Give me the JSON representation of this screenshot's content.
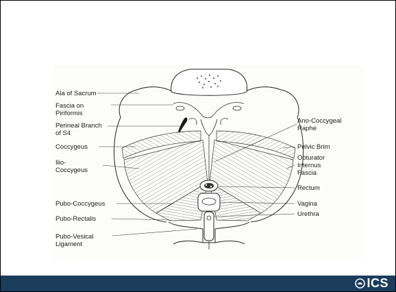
{
  "diagram": {
    "labels_left": {
      "ala_of_sacrum": "Ala of Sacrum",
      "fascia_on_piriformis_1": "Fascia on",
      "fascia_on_piriformis_2": "Piriformis",
      "perineal_branch_1": "Perineal Branch",
      "perineal_branch_2": "of S4",
      "coccygeus": "Coccygeus",
      "ilio_coccygeus_1": "Ilio-",
      "ilio_coccygeus_2": "Coccygeus",
      "pubo_coccygeus": "Pubo-Coccygeus",
      "pubo_rectalis": "Pubo-Rectalis",
      "pubo_vesical_1": "Pubo-Vesical",
      "pubo_vesical_2": "Ligament"
    },
    "labels_right": {
      "ano_coccygeal_1": "Ano-Coccygeal",
      "ano_coccygeal_2": "Raphe",
      "pelvic_brim": "Pelvic Brim",
      "obturator_1": "Obturator",
      "obturator_2": "Internus",
      "obturator_3": "Fascia",
      "rectum": "Rectum",
      "vagina": "Vagina",
      "urethra": "Urethra"
    }
  },
  "footer": {
    "logo_text": "ICS",
    "logo_icon": "ics-shield-icon",
    "color": "#1a3d5c"
  }
}
